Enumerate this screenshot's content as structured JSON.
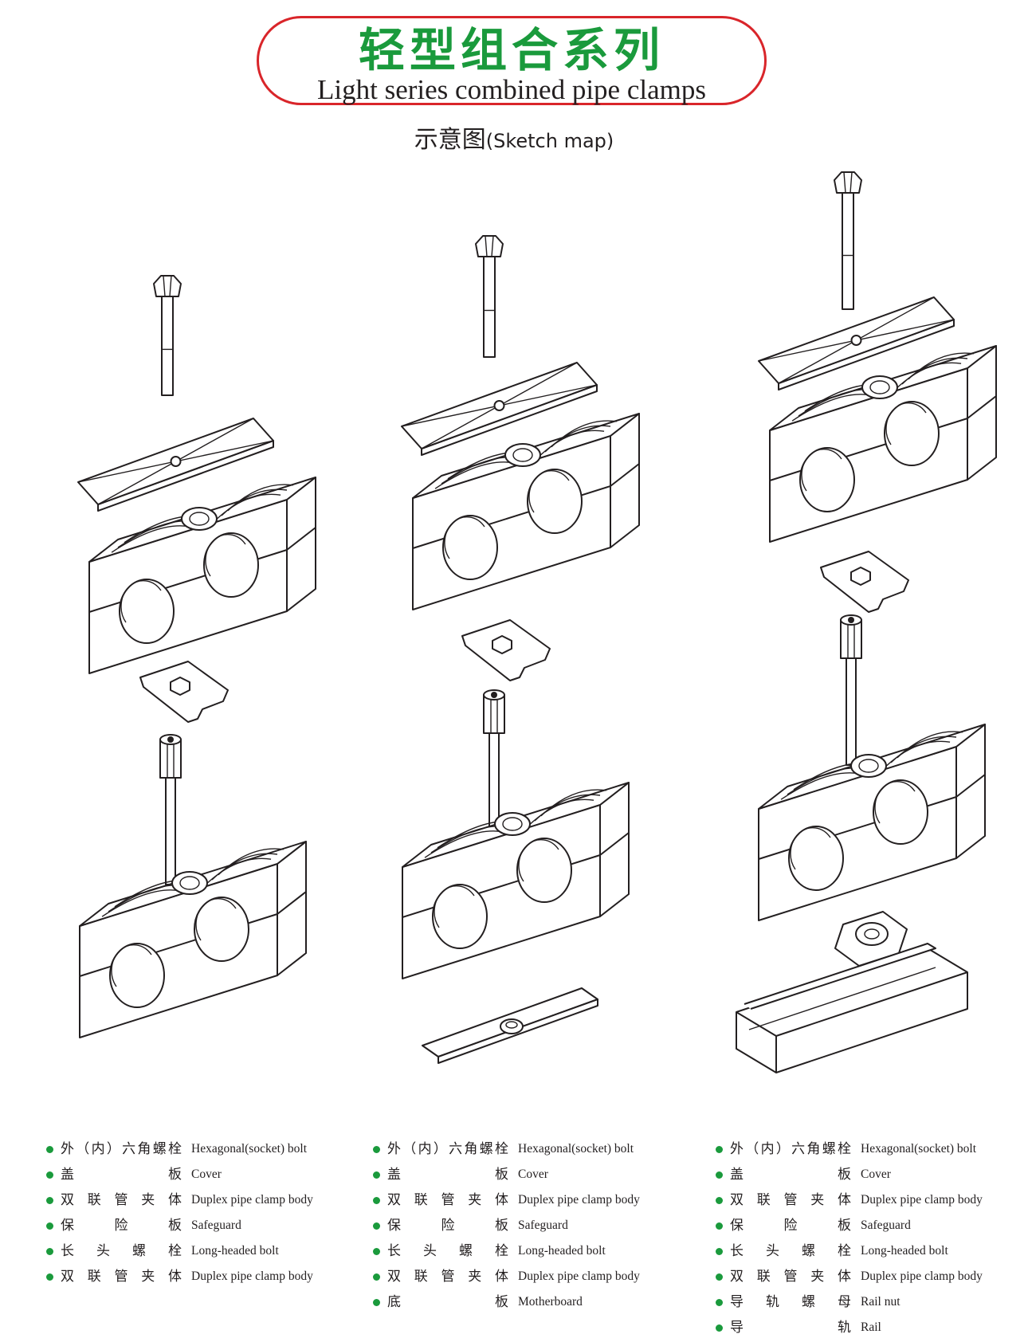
{
  "header": {
    "title_cn": "轻型组合系列",
    "title_en": "Light series combined pipe clamps",
    "subtitle_cn": "示意图",
    "subtitle_en": "(Sketch map)"
  },
  "colors": {
    "brand_green": "#1a9a3c",
    "frame_red": "#d9252a",
    "line": "#231f20"
  },
  "legends": [
    {
      "items": [
        {
          "cn": "外（内）六角螺栓",
          "en": "Hexagonal(socket) bolt"
        },
        {
          "cn": "盖板",
          "en": "Cover"
        },
        {
          "cn": "双联管夹体",
          "en": "Duplex pipe clamp body"
        },
        {
          "cn": "保险板",
          "en": "Safeguard"
        },
        {
          "cn": "长头螺栓",
          "en": "Long-headed bolt"
        },
        {
          "cn": "双联管夹体",
          "en": "Duplex pipe clamp body"
        }
      ]
    },
    {
      "items": [
        {
          "cn": "外（内）六角螺栓",
          "en": "Hexagonal(socket) bolt"
        },
        {
          "cn": "盖板",
          "en": "Cover"
        },
        {
          "cn": "双联管夹体",
          "en": "Duplex pipe clamp body"
        },
        {
          "cn": "保险板",
          "en": "Safeguard"
        },
        {
          "cn": "长头螺栓",
          "en": "Long-headed bolt"
        },
        {
          "cn": "双联管夹体",
          "en": "Duplex pipe clamp body"
        },
        {
          "cn": "底板",
          "en": "Motherboard"
        }
      ]
    },
    {
      "items": [
        {
          "cn": "外（内）六角螺栓",
          "en": "Hexagonal(socket) bolt"
        },
        {
          "cn": "盖板",
          "en": "Cover"
        },
        {
          "cn": "双联管夹体",
          "en": "Duplex pipe clamp body"
        },
        {
          "cn": "保险板",
          "en": "Safeguard"
        },
        {
          "cn": "长头螺栓",
          "en": "Long-headed bolt"
        },
        {
          "cn": "双联管夹体",
          "en": "Duplex pipe clamp body"
        },
        {
          "cn": "导轨螺母",
          "en": "Rail nut"
        },
        {
          "cn": "导轨",
          "en": "Rail"
        }
      ]
    }
  ]
}
